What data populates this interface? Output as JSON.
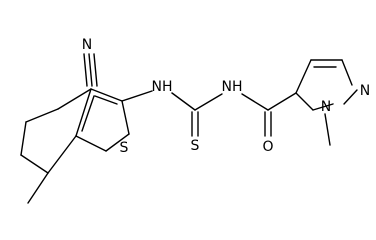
{
  "molecule": {
    "atoms": {
      "nitrile_n": "N",
      "ring_s": "S",
      "amine_nh_left": "NH",
      "amine_nh_right": "NH",
      "thione_s": "S",
      "carbonyl_o": "O",
      "pyrazole_n1": "N",
      "pyrazole_n2": "N"
    }
  }
}
